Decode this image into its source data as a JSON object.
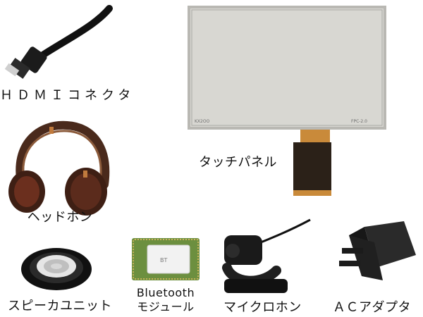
{
  "items": {
    "hdmi_connector": {
      "label": "ＨＤＭＩコネクタ",
      "icon": "hdmi-cable-icon"
    },
    "touch_panel": {
      "label": "タッチパネル",
      "icon": "touch-panel-icon"
    },
    "headphones": {
      "label": "ヘッドホン",
      "icon": "headphones-icon"
    },
    "speaker_unit": {
      "label": "スピーカユニット",
      "icon": "speaker-unit-icon"
    },
    "bluetooth_module": {
      "label_line1": "Bluetooth",
      "label_line2": "モジュール",
      "icon": "bluetooth-module-icon"
    },
    "microphone": {
      "label": "マイクロホン",
      "icon": "microphone-icon"
    },
    "ac_adapter": {
      "label": "ＡＣアダプタ",
      "icon": "ac-adapter-icon"
    }
  },
  "colors": {
    "cable_black": "#111111",
    "panel_gray": "#d8d7d2",
    "panel_frame": "#b9b8b3",
    "pcb_green": "#6c8f3f",
    "headphone_body": "#5b2b1c",
    "copper": "#c07a3d",
    "adapter_dark": "#1e1e1e"
  }
}
